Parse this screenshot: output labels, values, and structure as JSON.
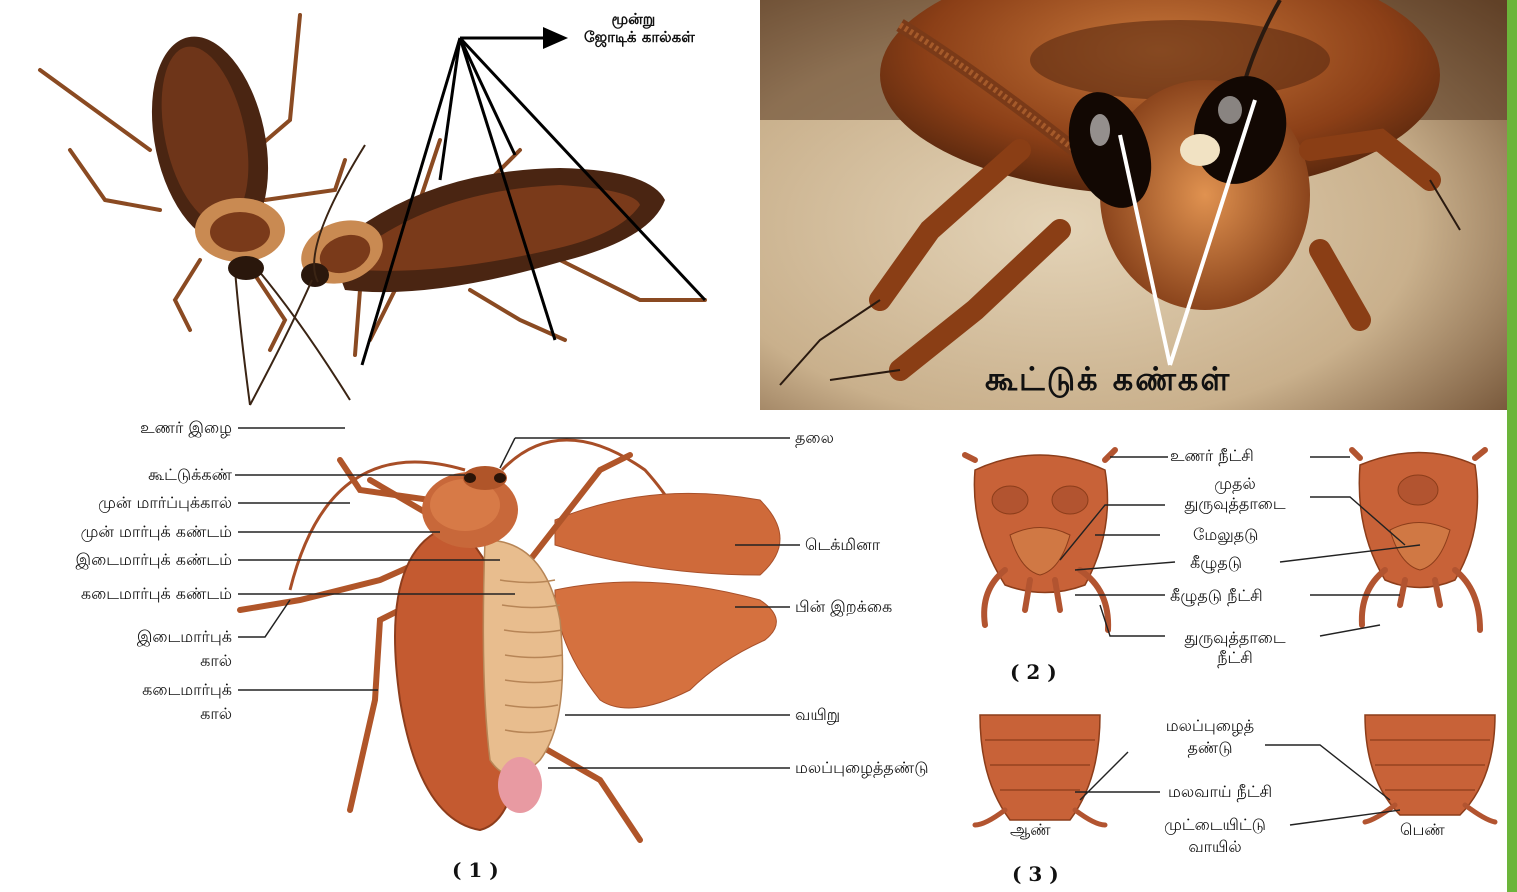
{
  "top_left": {
    "legs_label_line1": "மூன்று",
    "legs_label_line2": "ஜோடிக் கால்கள்"
  },
  "top_right": {
    "caption": "கூட்டுக் கண்கள்"
  },
  "fig1": {
    "number": "( 1 )",
    "left_labels": [
      "உணர் இழை",
      "கூட்டுக்கண்",
      "முன் மார்ப்புக்கால்",
      "முன் மார்புக் கண்டம்",
      "இடைமார்புக் கண்டம்",
      "கடைமார்புக் கண்டம்"
    ],
    "mid_leg_line1": "இடைமார்புக்",
    "mid_leg_line2": "கால்",
    "hind_leg_line1": "கடைமார்புக்",
    "hind_leg_line2": "கால்",
    "right_labels": [
      "தலை",
      "டெக்மினா",
      "பின் இறக்கை",
      "வயிறு",
      "மலப்புழைத்தண்டு"
    ]
  },
  "fig2": {
    "number": "( 2 )",
    "labels": {
      "antenna": "உணர் நீட்சி",
      "maxilla_1": "முதல்",
      "maxilla_2": "துருவுத்தாடை",
      "labrum": "மேலுதடு",
      "labium": "கீழுதடு",
      "labial_palp": "கீழுதடு நீட்சி",
      "maxillary_palp_1": "துருவுத்தாடை",
      "maxillary_palp_2": "நீட்சி"
    }
  },
  "fig3": {
    "number": "( 3 )",
    "labels": {
      "cerci_1": "மலப்புழைத்",
      "cerci_2": "தண்டு",
      "anal_style": "மலவாய் நீட்சி",
      "ovipositor_1": "முட்டையிட்டு",
      "ovipositor_2": "வாயில்",
      "male": "ஆண்",
      "female": "பெண்"
    }
  },
  "colors": {
    "body": "#b8552e",
    "body_light": "#e0864f",
    "abdomen": "#e8bd8e",
    "wing": "#d7703f",
    "photo_dark": "#3b1d0c",
    "photo_bg": "#d8c6a7",
    "accent_green": "#6bb53a"
  }
}
